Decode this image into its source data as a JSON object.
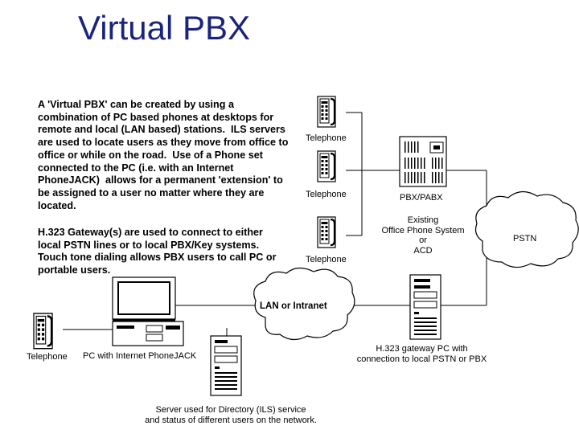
{
  "title": "Virtual PBX",
  "description_paragraph_1": "A 'Virtual PBX' can be created by using a\ncombination of PC based phones at desktops for\nremote and local (LAN based) stations.  ILS servers\nare used to locate users as they move from office to\noffice or while on the road.  Use of a Phone set\nconnected to the PC (i.e. with an Internet\nPhoneJACK)  allows for a permanent 'extension' to\nbe assigned to a user no matter where they are\nlocated.",
  "description_paragraph_2": "H.323 Gateway(s) are used to connect to either\nlocal PSTN lines or to local PBX/Key systems.\nTouch tone dialing allows PBX users to call PC or\nportable users.",
  "labels": {
    "telephone_top": "Telephone",
    "telephone_middle": "Telephone",
    "telephone_bottom": "Telephone",
    "pbx": "PBX/PABX",
    "existing_phone_system": "Existing\nOffice Phone System\nor\nACD",
    "pstn": "PSTN",
    "lan": "LAN or Intranet",
    "telephone_desk": "Telephone",
    "pc_phonejack": "PC with Internet PhoneJACK",
    "gateway": "H.323 gateway PC with\nconnection to local PSTN or PBX",
    "server": "Server used for Directory (ILS) service\nand status of different users on the network."
  }
}
